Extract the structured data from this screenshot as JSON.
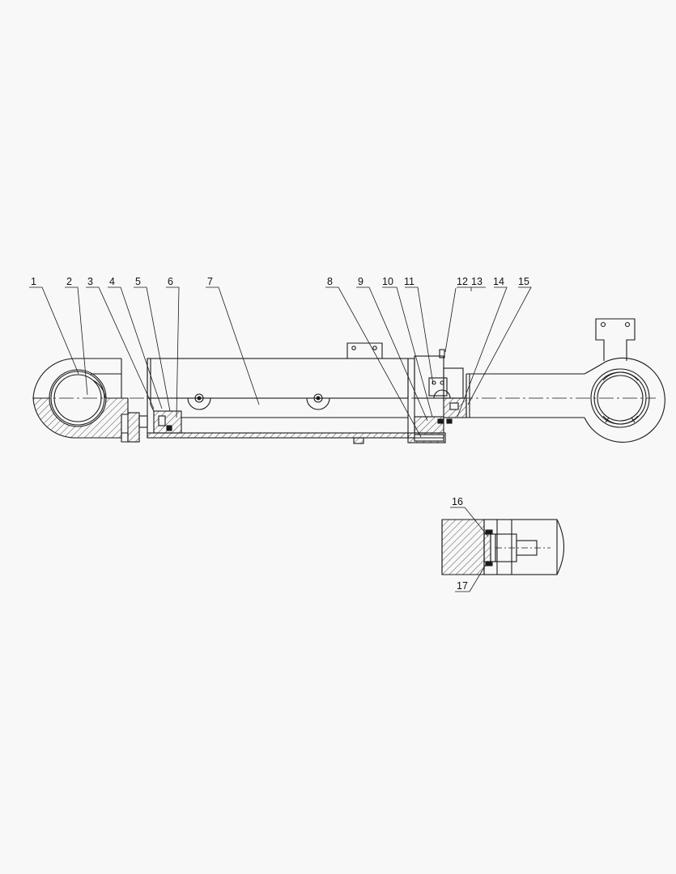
{
  "callouts": {
    "c1": "1",
    "c2": "2",
    "c3": "3",
    "c4": "4",
    "c5": "5",
    "c6": "6",
    "c7": "7",
    "c8": "8",
    "c9": "9",
    "c10": "10",
    "c11": "11",
    "c12": "12",
    "c13": "13",
    "c14": "14",
    "c15": "15",
    "c16": "16",
    "c17": "17"
  },
  "colors": {
    "line": "#1a1a1a",
    "background": "#f8f8f8"
  }
}
